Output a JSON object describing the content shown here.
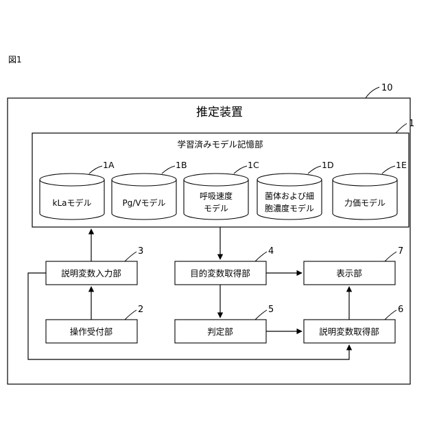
{
  "figure_label": "図1",
  "device": {
    "ref": "10",
    "title": "推定装置"
  },
  "storage": {
    "ref": "1",
    "title": "学習済みモデル記憶部",
    "models": [
      {
        "ref": "1A",
        "line1": "kLaモデル",
        "line2": ""
      },
      {
        "ref": "1B",
        "line1": "Pg/Vモデル",
        "line2": ""
      },
      {
        "ref": "1C",
        "line1": "呼吸速度",
        "line2": "モデル"
      },
      {
        "ref": "1D",
        "line1": "菌体および細",
        "line2": "胞濃度モデル"
      },
      {
        "ref": "1E",
        "line1": "力価モデル",
        "line2": ""
      }
    ]
  },
  "units": {
    "input": {
      "ref": "3",
      "label": "説明変数入力部"
    },
    "operation": {
      "ref": "2",
      "label": "操作受付部"
    },
    "target_acq": {
      "ref": "4",
      "label": "目的変数取得部"
    },
    "judgment": {
      "ref": "5",
      "label": "判定部"
    },
    "display": {
      "ref": "7",
      "label": "表示部"
    },
    "explain_acq": {
      "ref": "6",
      "label": "説明変数取得部"
    }
  }
}
